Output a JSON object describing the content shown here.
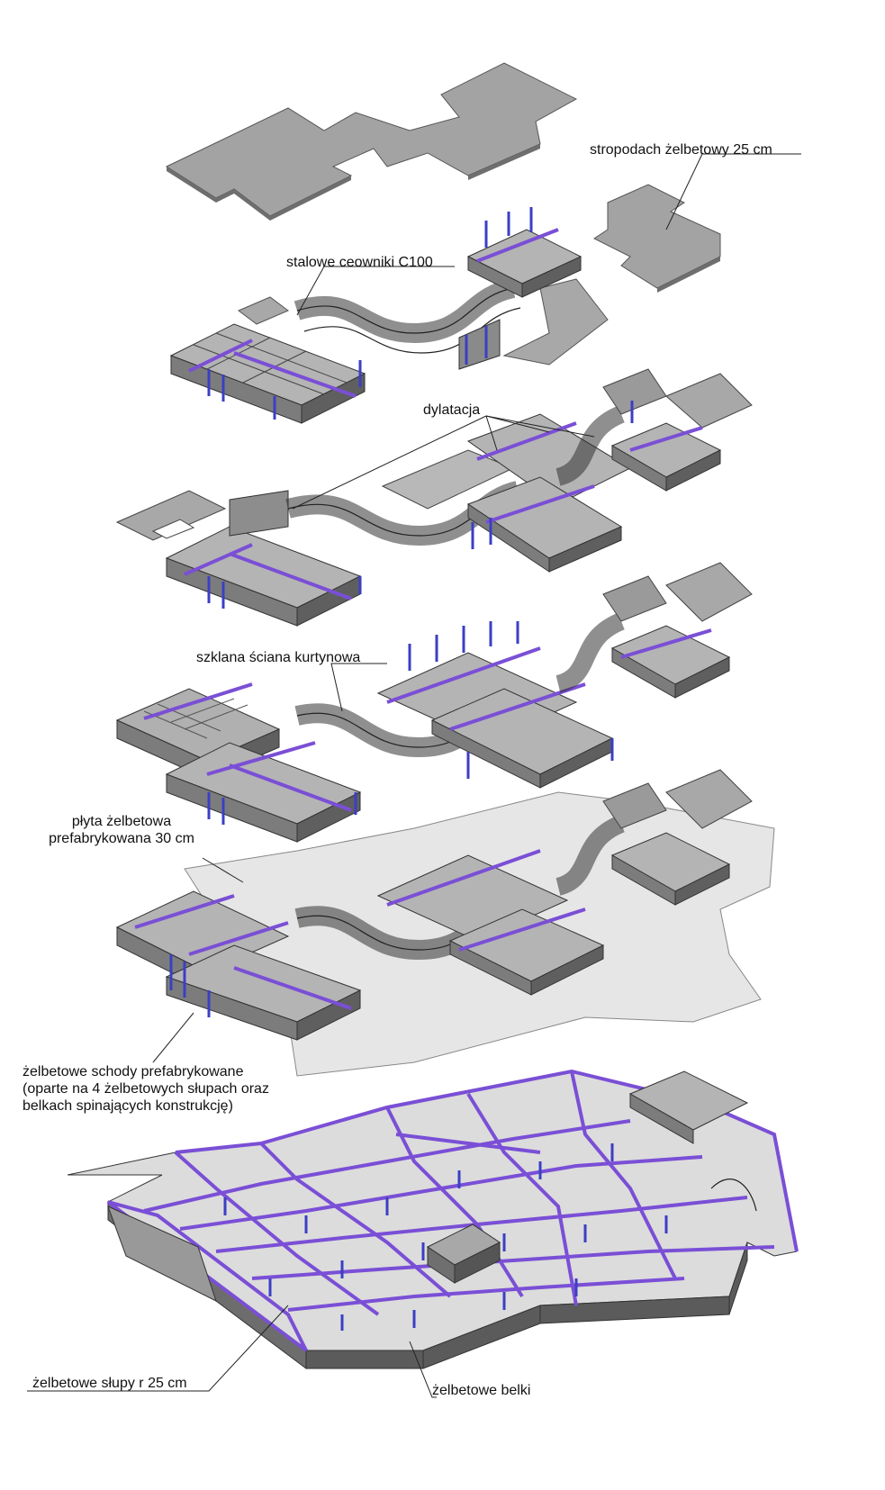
{
  "labels": {
    "roof_slab": "stropodach żelbetowy 25 cm",
    "steel_channels": "stalowe ceowniki C100",
    "dilatation": "dylatacja",
    "curtain_wall": "szklana ściana kurtynowa",
    "precast_slab": {
      "line1": "płyta żelbetowa",
      "line2": "prefabrykowana 30 cm"
    },
    "stairs": {
      "line1": "żelbetowe schody prefabrykowane",
      "line2": "(oparte na 4 żelbetowych słupach oraz",
      "line3": "belkach spinających konstrukcję)"
    },
    "columns": "żelbetowe słupy r 25 cm",
    "beams": "żelbetowe belki"
  },
  "colors": {
    "slab_top": "#9e9e9e",
    "slab_edge": "#6a6a6a",
    "wall": "#8a8a8a",
    "floor_light": "#dcdcdc",
    "steel_blue": "#3b3fc4",
    "beam_purple": "#7a4fd6",
    "line": "#222222"
  }
}
